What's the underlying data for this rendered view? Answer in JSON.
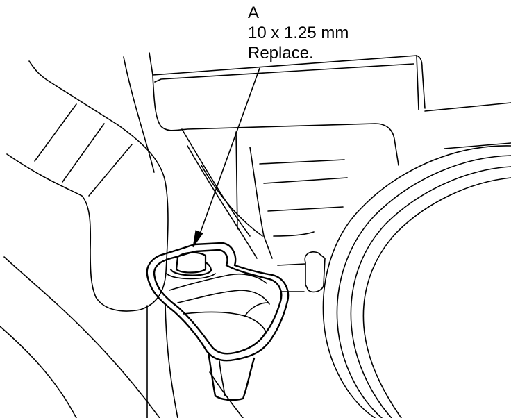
{
  "callout": {
    "letter": "A",
    "size": "10 x 1.25 mm",
    "note": "Replace."
  },
  "colors": {
    "line": "#000000",
    "background": "#ffffff"
  }
}
